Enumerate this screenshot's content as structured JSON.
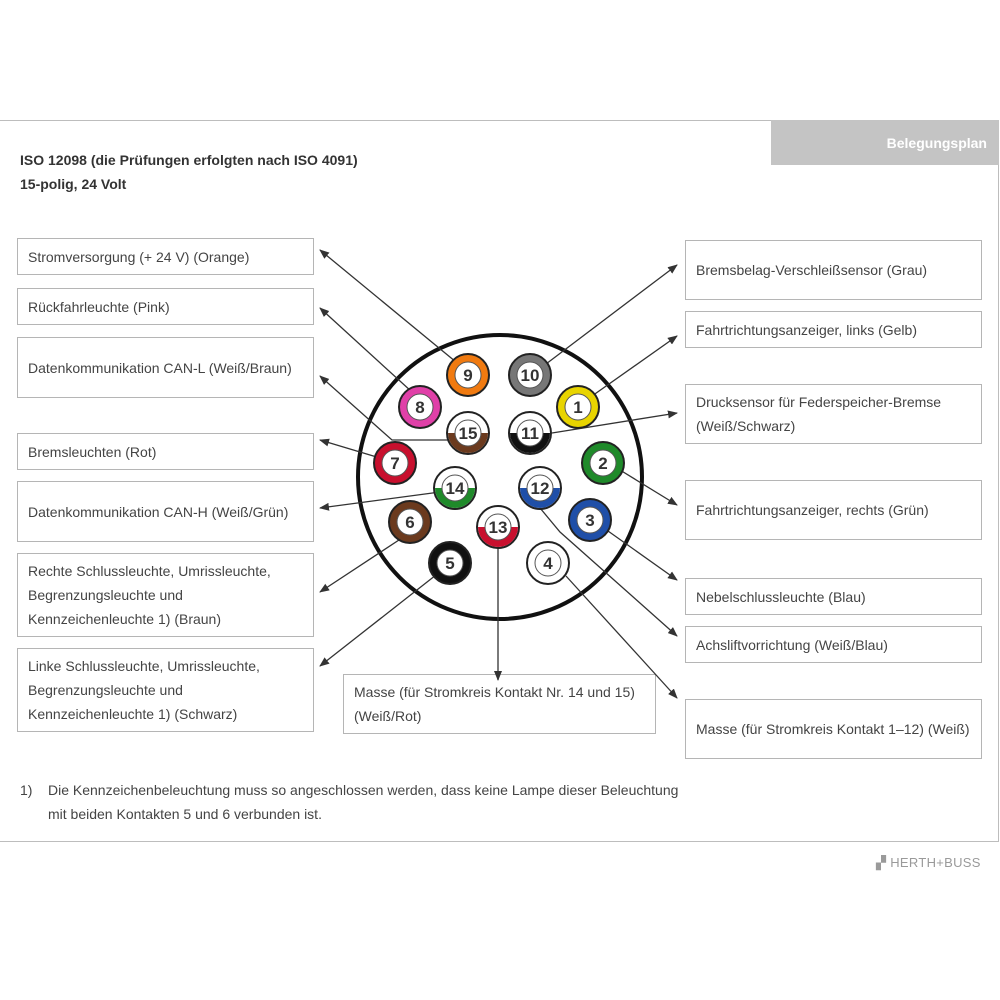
{
  "header": {
    "tab_label": "Belegungsplan",
    "title": "ISO 12098 (die Prüfungen erfolgten nach ISO 4091)",
    "subtitle": "15-polig, 24 Volt"
  },
  "labels_left": [
    {
      "id": "9",
      "text": "Stromversorgung (+ 24 V) (Orange)"
    },
    {
      "id": "8",
      "text": "Rückfahrleuchte (Pink)"
    },
    {
      "id": "15",
      "text": "Datenkommunikation CAN-L (Weiß/Braun)"
    },
    {
      "id": "7",
      "text": "Bremsleuchten (Rot)"
    },
    {
      "id": "14",
      "text": "Datenkommunikation CAN-H (Weiß/Grün)"
    },
    {
      "id": "6",
      "text": "Rechte Schlussleuchte, Umrissleuchte, Begrenzungsleuchte und Kennzeichenleuchte 1) (Braun)"
    },
    {
      "id": "5",
      "text": "Linke Schlussleuchte, Umrissleuchte, Begrenzungsleuchte und Kennzeichenleuchte 1) (Schwarz)"
    }
  ],
  "labels_right": [
    {
      "id": "10",
      "text": "Bremsbelag-Verschleißsensor (Grau)"
    },
    {
      "id": "1",
      "text": "Fahrtrichtungsanzeiger, links (Gelb)"
    },
    {
      "id": "11",
      "text": "Drucksensor für Federspeicher-Bremse (Weiß/Schwarz)"
    },
    {
      "id": "2",
      "text": "Fahrtrichtungsanzeiger, rechts (Grün)"
    },
    {
      "id": "3",
      "text": "Nebelschlussleuchte (Blau)"
    },
    {
      "id": "12",
      "text": "Achsliftvorrichtung (Weiß/Blau)"
    },
    {
      "id": "4",
      "text": "Masse (für Stromkreis Kontakt 1–12) (Weiß)"
    }
  ],
  "label_bottom": {
    "id": "13",
    "text": "Masse (für Stromkreis Kontakt Nr. 14 und 15) (Weiß/Rot)"
  },
  "pins": [
    {
      "num": "1",
      "ring": "#e8d400",
      "half": ""
    },
    {
      "num": "2",
      "ring": "#1f8a2a",
      "half": ""
    },
    {
      "num": "3",
      "ring": "#1f4fa8",
      "half": ""
    },
    {
      "num": "4",
      "ring": "#ffffff",
      "half": ""
    },
    {
      "num": "5",
      "ring": "#111111",
      "half": ""
    },
    {
      "num": "6",
      "ring": "#6b3a1e",
      "half": ""
    },
    {
      "num": "7",
      "ring": "#c8102e",
      "half": ""
    },
    {
      "num": "8",
      "ring": "#e040a8",
      "half": ""
    },
    {
      "num": "9",
      "ring": "#f07a10",
      "half": ""
    },
    {
      "num": "10",
      "ring": "#777777",
      "half": ""
    },
    {
      "num": "11",
      "ring": "#ffffff",
      "half": "#111111"
    },
    {
      "num": "12",
      "ring": "#ffffff",
      "half": "#1f4fa8"
    },
    {
      "num": "13",
      "ring": "#ffffff",
      "half": "#c8102e"
    },
    {
      "num": "14",
      "ring": "#ffffff",
      "half": "#1f8a2a"
    },
    {
      "num": "15",
      "ring": "#ffffff",
      "half": "#6b3a1e"
    }
  ],
  "footnote": {
    "marker": "1)",
    "line1": "Die Kennzeichenbeleuchtung muss so angeschlossen werden, dass keine Lampe dieser Beleuchtung",
    "line2": "mit beiden Kontakten 5 und 6 verbunden ist."
  },
  "brand": "HERTH+BUSS"
}
